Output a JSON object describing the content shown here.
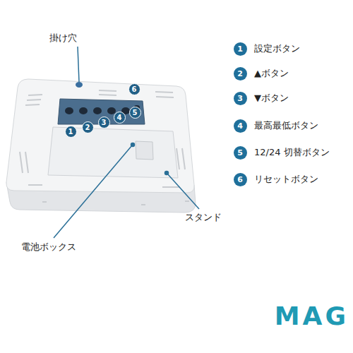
{
  "diagram": {
    "labels": [
      "掛け穴",
      "6",
      "1",
      "2",
      "3",
      "4",
      "5",
      "1",
      "設定ボタン",
      "2",
      "▲ボタン",
      "3",
      "▼ボタン",
      "4",
      "最高最低ボタン",
      "5",
      "12/24 切替ボタン",
      "6",
      "リセットボタン",
      "電池ボックス",
      "スタンド",
      "MAG"
    ]
  }
}
